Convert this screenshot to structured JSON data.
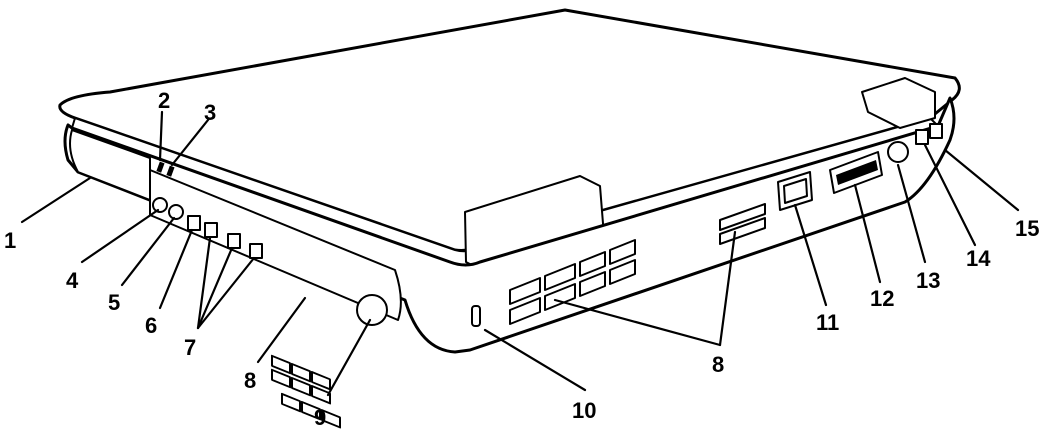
{
  "diagram": {
    "subject": "laptop-rear-view",
    "callouts": [
      {
        "id": "1",
        "label": "1"
      },
      {
        "id": "2",
        "label": "2"
      },
      {
        "id": "3",
        "label": "3"
      },
      {
        "id": "4",
        "label": "4"
      },
      {
        "id": "5",
        "label": "5"
      },
      {
        "id": "6",
        "label": "6"
      },
      {
        "id": "7",
        "label": "7"
      },
      {
        "id": "8a",
        "label": "8"
      },
      {
        "id": "9",
        "label": "9"
      },
      {
        "id": "10",
        "label": "10"
      },
      {
        "id": "8b",
        "label": "8"
      },
      {
        "id": "11",
        "label": "11"
      },
      {
        "id": "12",
        "label": "12"
      },
      {
        "id": "13",
        "label": "13"
      },
      {
        "id": "14",
        "label": "14"
      },
      {
        "id": "15",
        "label": "15"
      }
    ]
  }
}
